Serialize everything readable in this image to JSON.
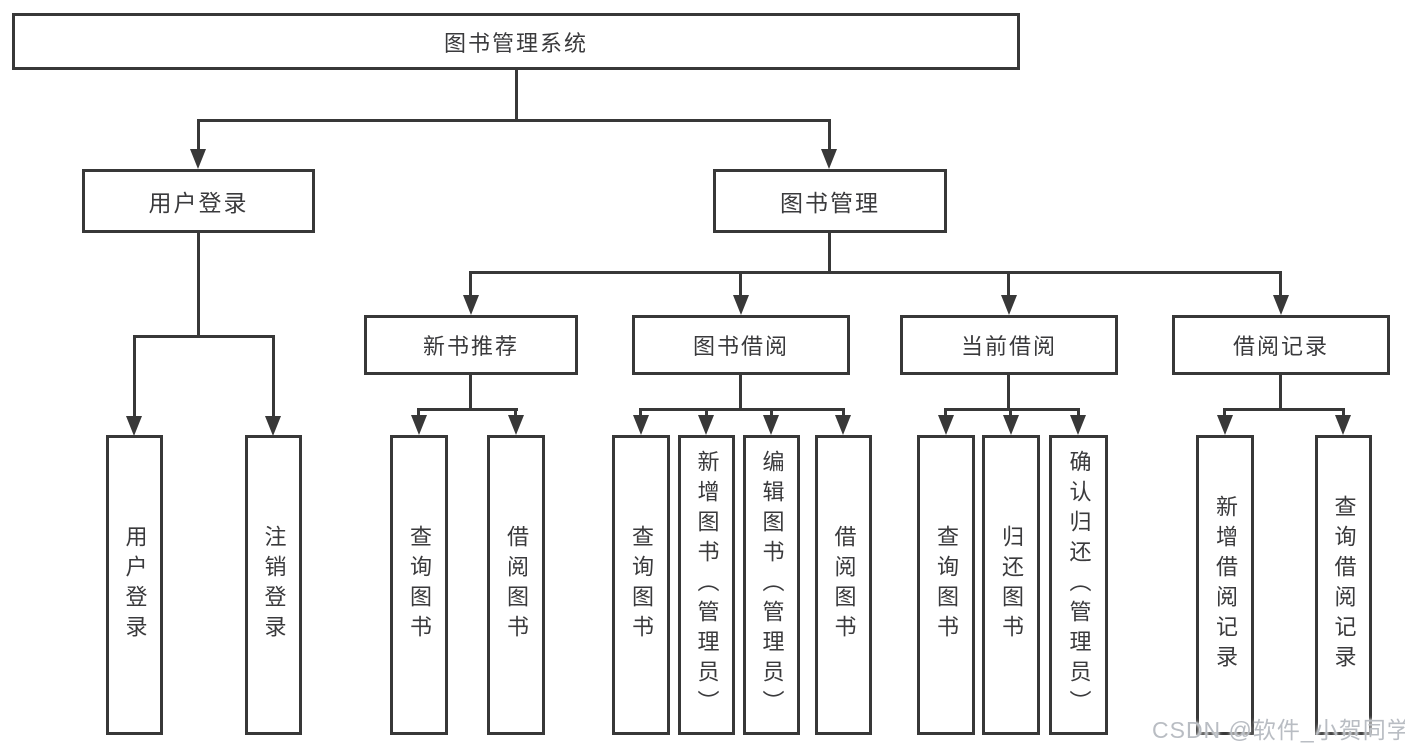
{
  "diagram": {
    "root_label": "图书管理系统",
    "user_branch": {
      "label": "用户登录",
      "children": [
        "用户登录",
        "注销登录"
      ]
    },
    "book_branch": {
      "label": "图书管理",
      "sections": [
        {
          "label": "新书推荐",
          "children": [
            "查询图书",
            "借阅图书"
          ]
        },
        {
          "label": "图书借阅",
          "children": [
            "查询图书",
            "新增图书（管理员）",
            "编辑图书（管理员）",
            "借阅图书"
          ]
        },
        {
          "label": "当前借阅",
          "children": [
            "查询图书",
            "归还图书",
            "确认归还（管理员）"
          ]
        },
        {
          "label": "借阅记录",
          "children": [
            "新增借阅记录",
            "查询借阅记录"
          ]
        }
      ]
    },
    "watermark": "CSDN @软件_小贺同学",
    "colors": {
      "line": "#383838",
      "text": "#3a3a3c",
      "watermark": "#b9bdc3",
      "background": "#ffffff"
    }
  }
}
